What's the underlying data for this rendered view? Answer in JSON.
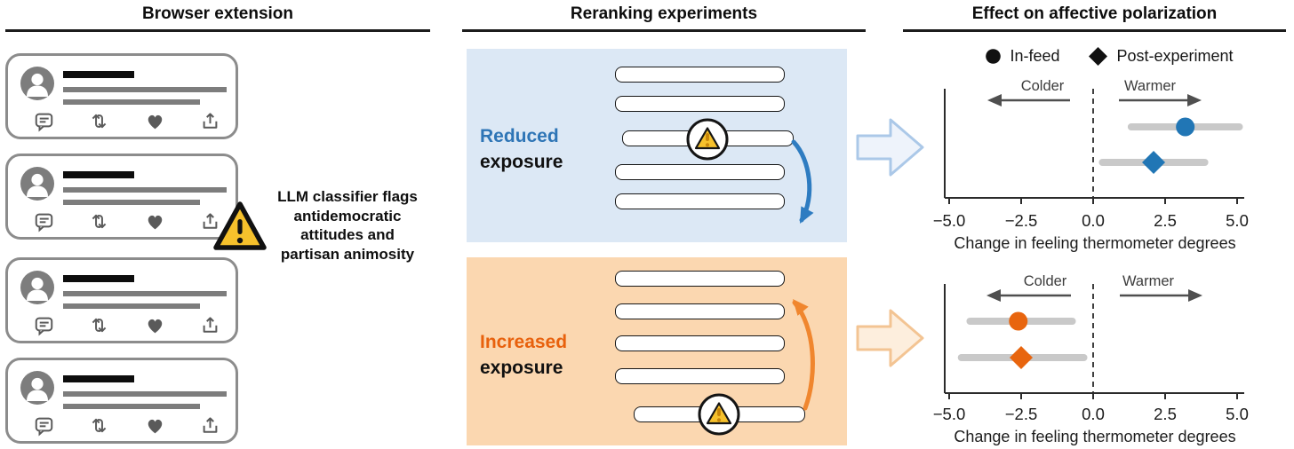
{
  "browser_extension": {
    "title": "Browser extension",
    "annotation_lines": [
      "LLM classifier flags",
      "antidemocratic",
      "attitudes and",
      "partisan animosity"
    ],
    "cards": 4,
    "card_icon_names": [
      "avatar-icon",
      "comment-icon",
      "retweet-icon",
      "like-icon",
      "share-icon"
    ],
    "flag_icon_name": "warning-triangle-icon",
    "warning_fill": "#f6c12c"
  },
  "reranking": {
    "title": "Reranking experiments",
    "conditions": [
      {
        "name": "Reduced exposure",
        "label_primary": "Reduced",
        "label_secondary": "exposure",
        "accent": "#2e75b6",
        "background": "#dce8f5",
        "arrow_color": "#2e7cc1",
        "feed_items": 5,
        "flagged_item": 3,
        "flag_moved": "down"
      },
      {
        "name": "Increased exposure",
        "label_primary": "Increased",
        "label_secondary": "exposure",
        "accent": "#e8610d",
        "background": "#fbd7b0",
        "arrow_color": "#f0862e",
        "feed_items": 5,
        "flagged_item": 5,
        "flag_moved": "up"
      }
    ],
    "transition_arrows": [
      {
        "for": "Reduced exposure",
        "fill": "#eef3fb",
        "stroke": "#abc8e8"
      },
      {
        "for": "Increased exposure",
        "fill": "#fdeedd",
        "stroke": "#f3c493"
      }
    ]
  },
  "effect": {
    "title": "Effect on affective polarization",
    "legend": [
      {
        "marker": "circle",
        "label": "In-feed"
      },
      {
        "marker": "diamond",
        "label": "Post-experiment"
      }
    ]
  },
  "chart_data": [
    {
      "type": "scatter",
      "group": "Reduced exposure",
      "xlabel": "Change in feeling thermometer degrees",
      "xlim": [
        -5.5,
        5.5
      ],
      "xtick_values": [
        -5,
        -2.5,
        0,
        2.5,
        5
      ],
      "xtick_labels": [
        "−5.0",
        "−2.5",
        "0.0",
        "2.5",
        "5.0"
      ],
      "direction_labels": {
        "left": "Colder",
        "right": "Warmer"
      },
      "zero_reference_line": true,
      "ci_color": "#c9c9c9",
      "series": [
        {
          "name": "In-feed",
          "marker": "circle",
          "color": "#2176b5",
          "value": 3.2,
          "ci_low": 1.2,
          "ci_high": 5.2
        },
        {
          "name": "Post-experiment",
          "marker": "diamond",
          "color": "#2176b5",
          "value": 2.1,
          "ci_low": 0.2,
          "ci_high": 4.0
        }
      ]
    },
    {
      "type": "scatter",
      "group": "Increased exposure",
      "xlabel": "Change in feeling thermometer degrees",
      "xlim": [
        -5.5,
        5.5
      ],
      "xtick_values": [
        -5,
        -2.5,
        0,
        2.5,
        5
      ],
      "xtick_labels": [
        "−5.0",
        "−2.5",
        "0.0",
        "2.5",
        "5.0"
      ],
      "direction_labels": {
        "left": "Colder",
        "right": "Warmer"
      },
      "zero_reference_line": true,
      "ci_color": "#c9c9c9",
      "series": [
        {
          "name": "In-feed",
          "marker": "circle",
          "color": "#e8650e",
          "value": -2.6,
          "ci_low": -4.4,
          "ci_high": -0.6
        },
        {
          "name": "Post-experiment",
          "marker": "diamond",
          "color": "#e8650e",
          "value": -2.5,
          "ci_low": -4.7,
          "ci_high": -0.2
        }
      ]
    }
  ]
}
